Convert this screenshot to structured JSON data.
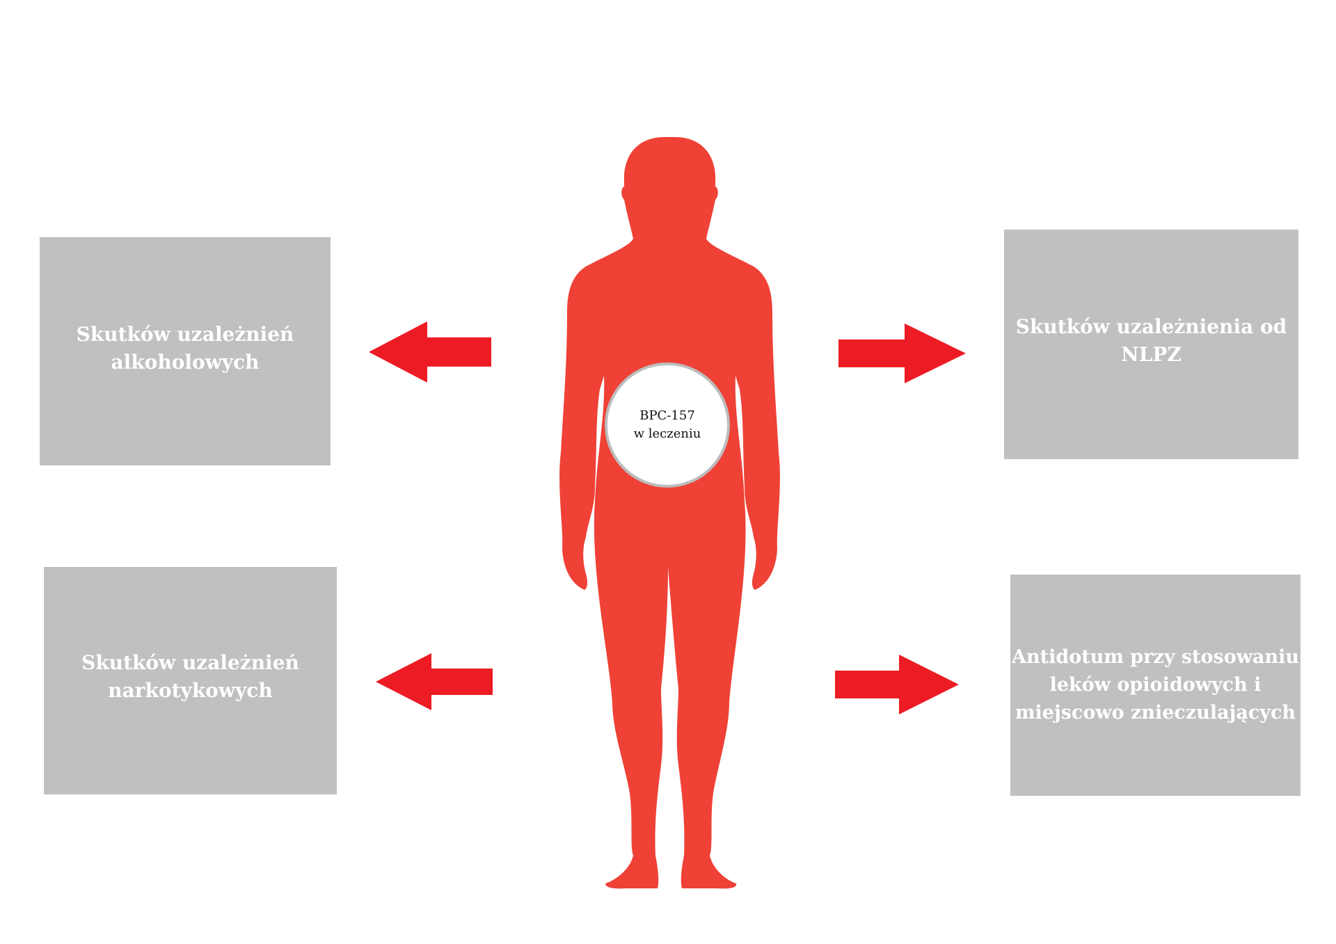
{
  "center": {
    "line1": "BPC-157",
    "line2": "w leczeniu"
  },
  "boxes": {
    "top_left": "Skutków uzależnień\nalkoholowych",
    "bottom_left": "Skutków uzależnień\nnarkotykowych",
    "top_right": "Skutków uzależnienia od\nNLPZ",
    "bottom_right": "Antidotum przy stosowaniu\nleków opioidowych i\nmiejscowo znieczulających"
  },
  "colors": {
    "figure": "#ef4136",
    "arrow": "#ed1c24",
    "box": "#c0c0c0",
    "box_text": "#ffffff"
  },
  "icons": {
    "figure": "human-silhouette-icon",
    "arrow": "arrow-icon"
  }
}
